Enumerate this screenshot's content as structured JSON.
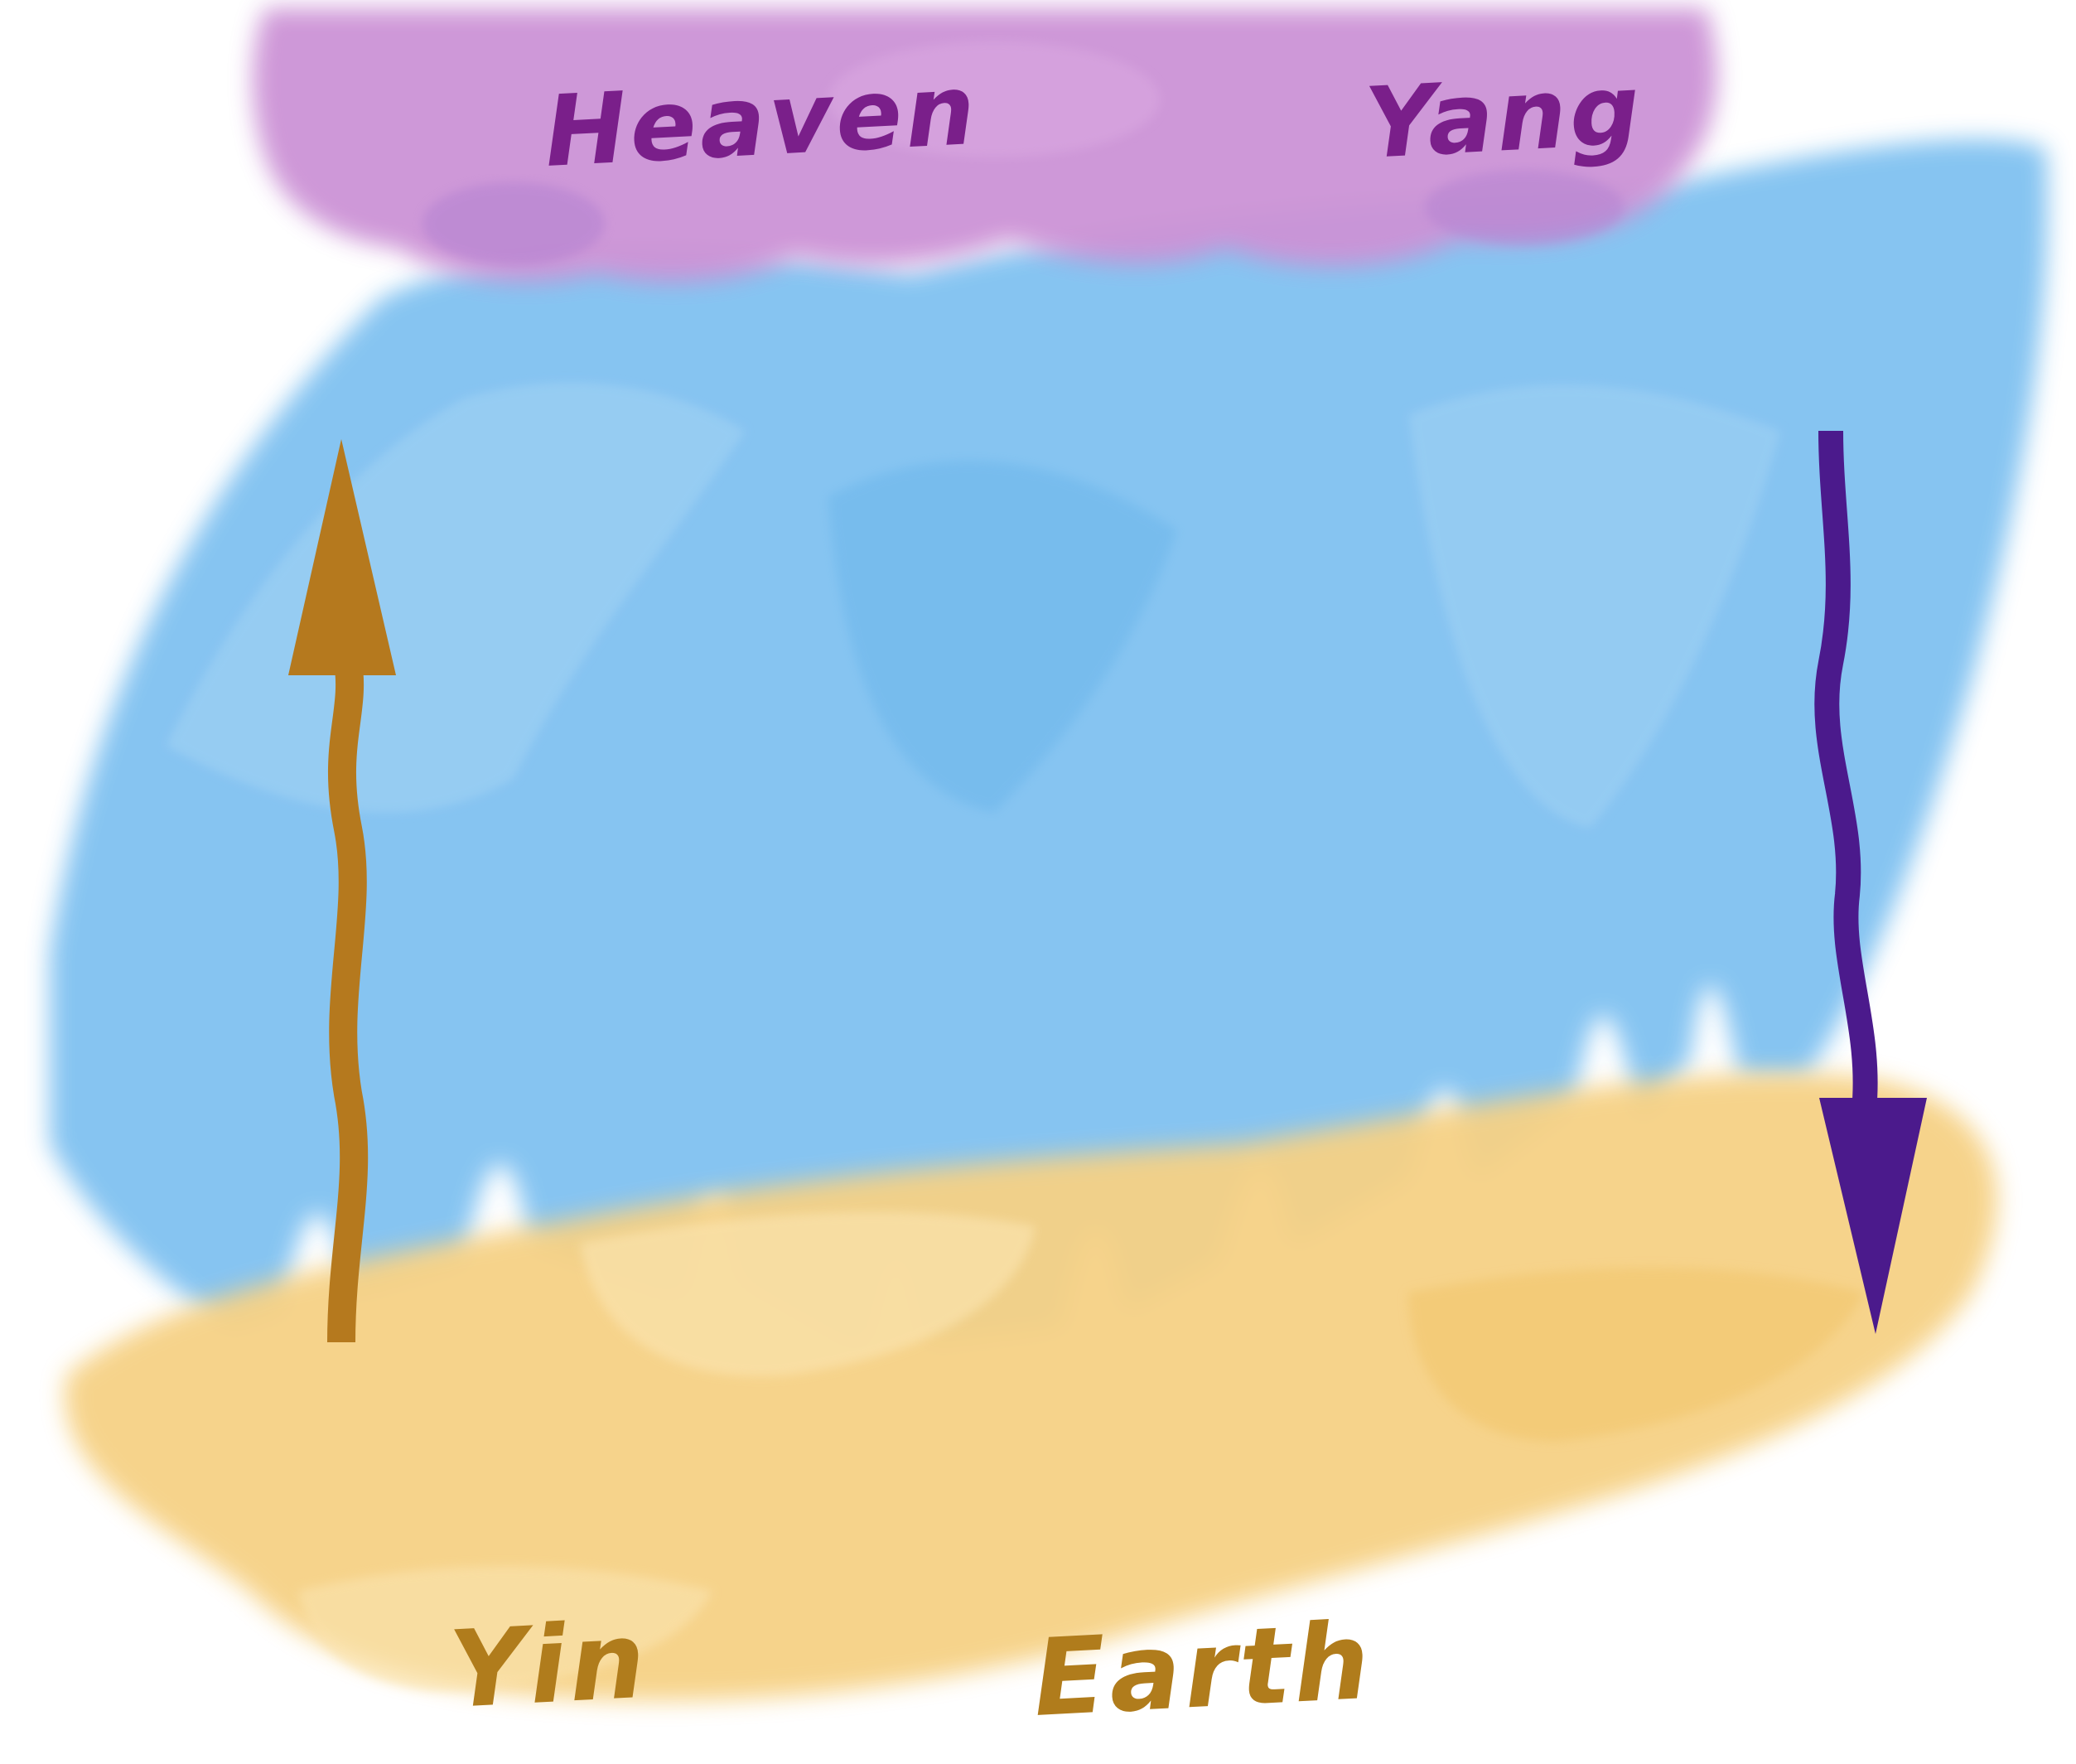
{
  "labels": {
    "heaven": "Heaven",
    "yang": "Yang",
    "yin": "Yin",
    "earth": "Earth"
  },
  "colors": {
    "cloud": "#c98fd3",
    "cloud_dark": "#b479c4",
    "rain": "#6fb8ec",
    "rain_light": "#9dd0f3",
    "earth": "#f5cf7c",
    "earth_light": "#fae0a6",
    "heaven_text": "#7a1f8a",
    "earth_text": "#b07c1c",
    "arrow_up": "#b5791e",
    "arrow_down": "#4b1a8c"
  },
  "icons": {
    "up_arrow": "arrow-up-icon",
    "down_arrow": "arrow-down-icon"
  }
}
